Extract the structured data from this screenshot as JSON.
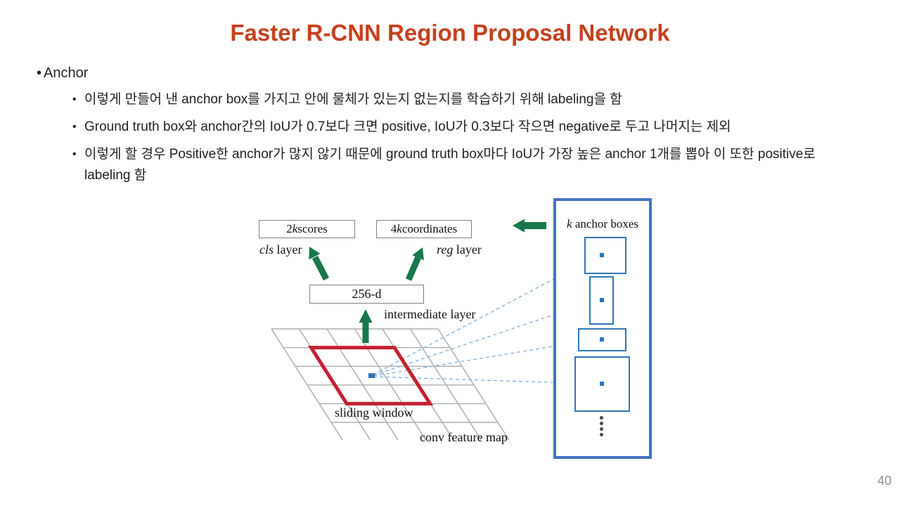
{
  "slide": {
    "title": "Faster R-CNN Region Proposal Network",
    "page_number": "40"
  },
  "bullets": {
    "marker": "•",
    "level1": "Anchor",
    "level2": [
      "이렇게 만들어 낸 anchor box를 가지고 안에 물체가 있는지 없는지를 학습하기 위해 labeling을 함",
      "Ground truth box와 anchor간의 IoU가 0.7보다 크면 positive, IoU가 0.3보다 작으면 negative로 두고 나머지는 제외",
      "이렇게 할 경우 Positive한 anchor가 많지 않기 때문에 ground truth box마다 IoU가 가장 높은 anchor 1개를 뽑아 이 또한 positive로 labeling 함"
    ]
  },
  "diagram": {
    "scores_box": {
      "prefix": "2",
      "italic": "k",
      "suffix": " scores"
    },
    "coords_box": {
      "prefix": "4",
      "italic": "k",
      "suffix": " coordinates"
    },
    "cls_label": {
      "italic": "cls",
      "suffix": " layer"
    },
    "reg_label": {
      "italic": "reg",
      "suffix": " layer"
    },
    "dim_box": "256-d",
    "intermediate_label": "intermediate layer",
    "sliding_window_label": "sliding window",
    "conv_feature_map_label": "conv feature map",
    "anchor_boxes_label": {
      "italic": "k",
      "suffix": " anchor boxes"
    }
  },
  "colors": {
    "title_color": "#C5401D",
    "arrow_green": "#17774A",
    "window_red": "#C51F30",
    "panel_blue": "#4472C4",
    "anchor_blue": "#2E75B6",
    "dashed_blue": "#74A9D8",
    "grid_gray": "#ABABAB"
  }
}
